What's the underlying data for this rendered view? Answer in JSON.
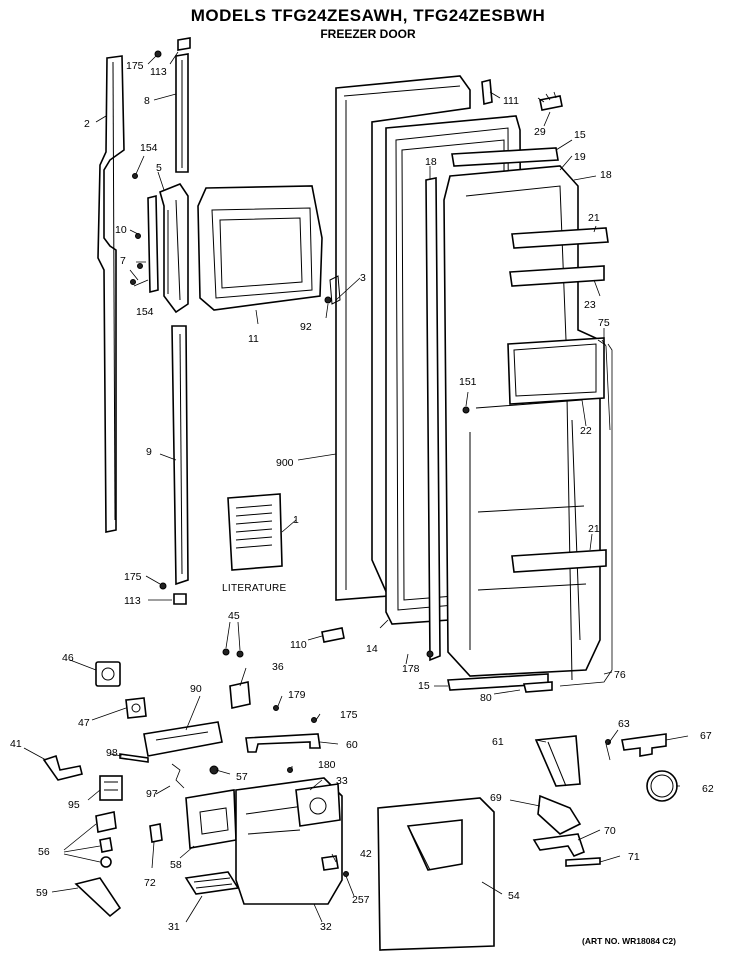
{
  "title": "MODELS TFG24ZESAWH, TFG24ZESBWH",
  "subtitle": "FREEZER DOOR",
  "literature_label": "LITERATURE",
  "art_number": "(ART NO. WR18084 C2)",
  "part_numbers": [
    "175",
    "113",
    "2",
    "8",
    "154",
    "5",
    "10",
    "7",
    "154",
    "9",
    "175",
    "113",
    "111",
    "29",
    "15",
    "19",
    "18",
    "18",
    "21",
    "23",
    "75",
    "3",
    "92",
    "11",
    "151",
    "22",
    "900",
    "21",
    "1",
    "45",
    "110",
    "46",
    "36",
    "14",
    "178",
    "76",
    "15",
    "80",
    "90",
    "179",
    "175",
    "47",
    "41",
    "98",
    "60",
    "57",
    "180",
    "95",
    "97",
    "33",
    "61",
    "63",
    "67",
    "62",
    "69",
    "70",
    "71",
    "56",
    "72",
    "58",
    "42",
    "54",
    "59",
    "31",
    "32",
    "257"
  ],
  "colors": {
    "ink": "#000000",
    "paper": "#ffffff"
  }
}
